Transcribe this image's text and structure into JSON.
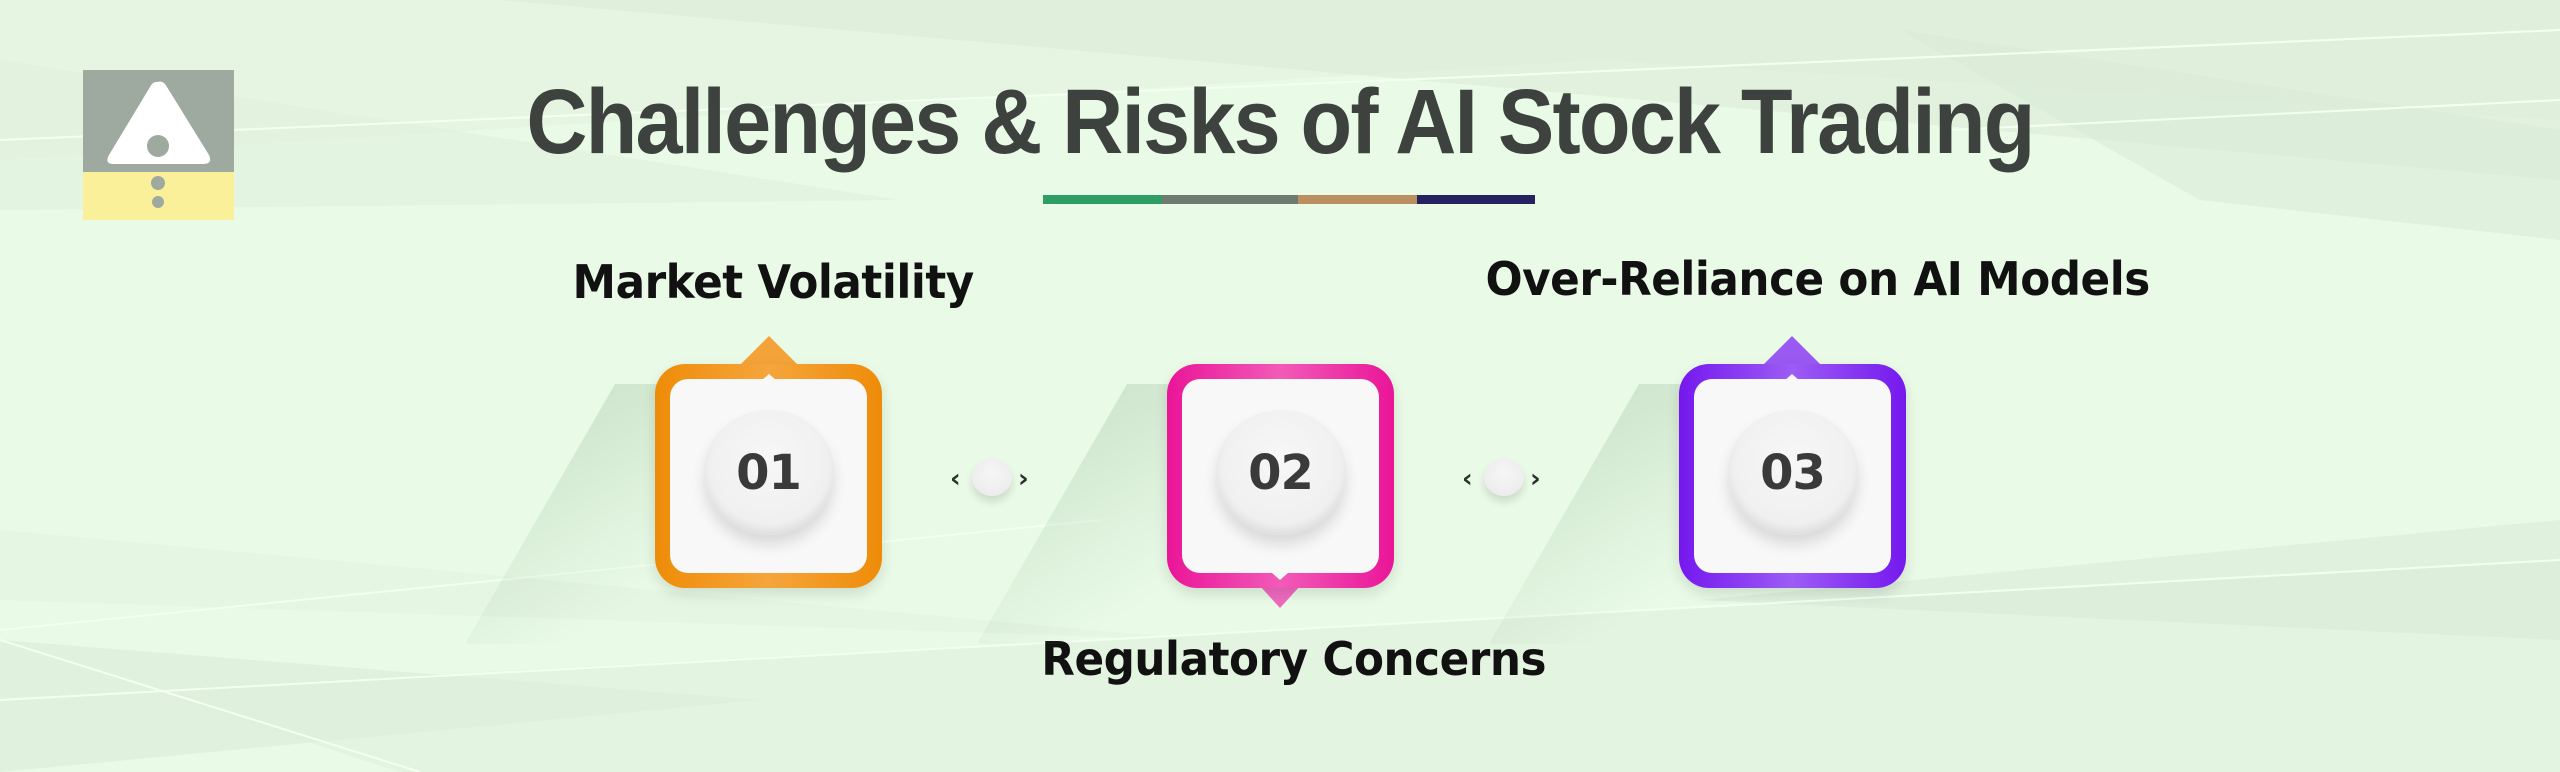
{
  "title": "Challenges & Risks of AI Stock Trading",
  "underline_colors": [
    "#2f9e66",
    "#6e7b70",
    "#bb8f62",
    "#262262"
  ],
  "logo": {
    "icon": "warning-triangle-icon",
    "top_color": "#9eaa9f",
    "bottom_color": "#fbf09a"
  },
  "items": [
    {
      "number": "01",
      "label": "Market Volatility",
      "color": "#f0900c",
      "pointer": "top"
    },
    {
      "number": "02",
      "label": "Regulatory Concerns",
      "color": "#ec1aa0",
      "pointer": "bottom"
    },
    {
      "number": "03",
      "label": "Over-Reliance on AI Models",
      "color": "#7a1ef0",
      "pointer": "top"
    }
  ],
  "connectors": [
    {
      "left": "‹",
      "right": "›"
    },
    {
      "left": "‹",
      "right": "›"
    }
  ]
}
